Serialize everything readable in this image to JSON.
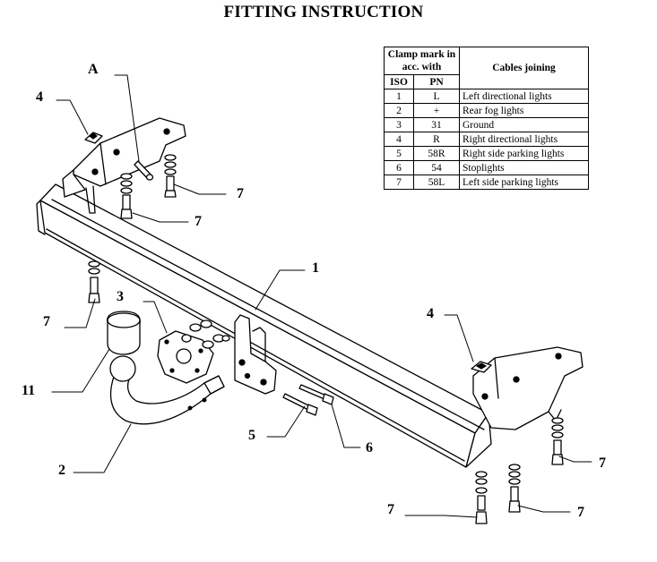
{
  "title": "FITTING INSTRUCTION",
  "table": {
    "header_clamp": "Clamp mark in acc. with",
    "header_cables": "Cables joining",
    "sub_iso": "ISO",
    "sub_pn": "PN",
    "rows": [
      {
        "iso": "1",
        "pn": "L",
        "desc": "Left directional lights"
      },
      {
        "iso": "2",
        "pn": "+",
        "desc": "Rear fog lights"
      },
      {
        "iso": "3",
        "pn": "31",
        "desc": "Ground"
      },
      {
        "iso": "4",
        "pn": "R",
        "desc": "Right directional lights"
      },
      {
        "iso": "5",
        "pn": "58R",
        "desc": "Right side parking lights"
      },
      {
        "iso": "6",
        "pn": "54",
        "desc": "Stoplights"
      },
      {
        "iso": "7",
        "pn": "58L",
        "desc": "Left side parking lights"
      }
    ]
  },
  "labels": {
    "a": "A",
    "n1": "1",
    "n2": "2",
    "n3": "3",
    "n4": "4",
    "n5": "5",
    "n6": "6",
    "n7": "7",
    "n11": "11"
  }
}
